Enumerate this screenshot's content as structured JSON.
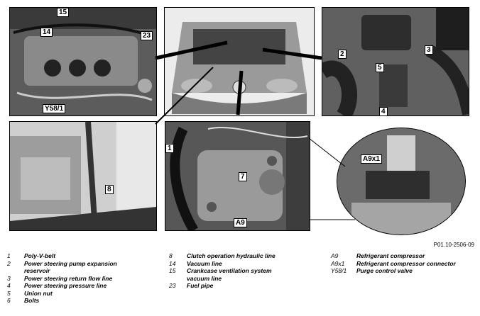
{
  "figure_ref": "P01.10-2506-09",
  "callouts": {
    "c15": "15",
    "c14": "14",
    "c23": "23",
    "cY58": "Y58/1",
    "c2": "2",
    "c3": "3",
    "c5": "5",
    "c4": "4",
    "c8": "8",
    "c1": "1",
    "c7": "7",
    "cA9": "A9",
    "cA9x1": "A9x1"
  },
  "legend": {
    "col1": [
      {
        "num": "1",
        "text": "Poly-V-belt"
      },
      {
        "num": "2",
        "text": "Power steering pump expansion reservoir"
      },
      {
        "num": "3",
        "text": "Power steering return flow line"
      },
      {
        "num": "4",
        "text": "Power steering pressure line"
      },
      {
        "num": "5",
        "text": "Union nut"
      },
      {
        "num": "6",
        "text": "Bolts"
      }
    ],
    "col2": [
      {
        "num": "8",
        "text": "Clutch operation hydraulic line"
      },
      {
        "num": "14",
        "text": "Vacuum line"
      },
      {
        "num": "15",
        "text": "Crankcase ventilation system vacuum line"
      },
      {
        "num": "23",
        "text": "Fuel pipe"
      }
    ],
    "col3": [
      {
        "num": "A9",
        "text": "Refrigerant compressor"
      },
      {
        "num": "A9x1",
        "text": "Refrigerant compressor connector"
      },
      {
        "num": "Y58/1",
        "text": "Purge control valve"
      }
    ]
  }
}
